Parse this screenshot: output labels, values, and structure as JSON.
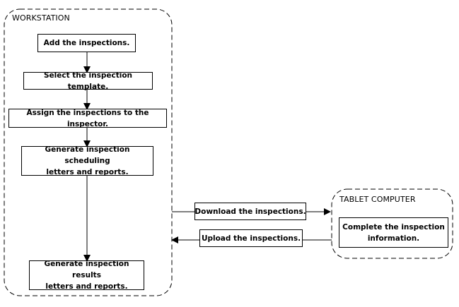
{
  "groups": {
    "workstation": {
      "title": "WORKSTATION"
    },
    "tablet": {
      "title": "TABLET COMPUTER"
    }
  },
  "steps": {
    "add": "Add the inspections.",
    "select_template": "Select the inspection template.",
    "assign": "Assign the inspections to the inspector.",
    "generate_scheduling_line1": "Generate inspection scheduling",
    "generate_scheduling_line2": "letters and reports.",
    "generate_results_line1": "Generate inspection results",
    "generate_results_line2": "letters and reports.",
    "complete_line1": "Complete the inspection",
    "complete_line2": "information."
  },
  "transfers": {
    "download": "Download the inspections.",
    "upload": "Upload the inspections."
  },
  "colors": {
    "stroke": "#000000",
    "background": "#ffffff"
  }
}
